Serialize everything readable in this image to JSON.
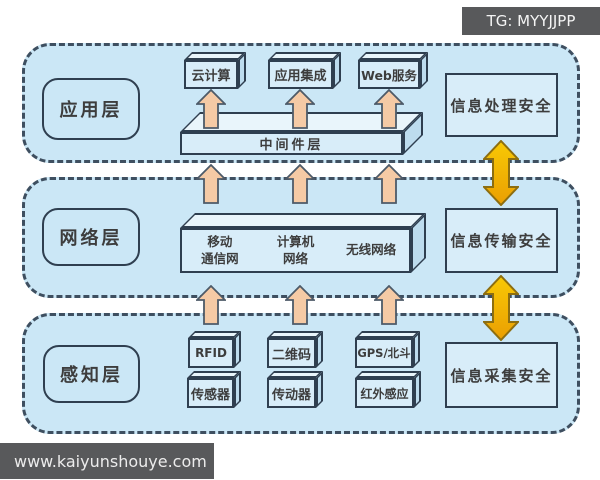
{
  "watermarks": {
    "top_right": "TG: MYYJJPP",
    "bottom_left": "www.kaiyunshouye.com"
  },
  "colors": {
    "panel_fill": "#cbe7f6",
    "panel_border": "#3e4f60",
    "box_fill": "#d8edf9",
    "box_border": "#2f3f50",
    "peach_arrow_fill": "#f5caa5",
    "peach_arrow_border": "#4d5a68",
    "yellow_arrow_fill": "#f2b705",
    "yellow_arrow_border": "#8d6e10",
    "badge_bg": "#58595b"
  },
  "layers": {
    "application": {
      "label": "应用层",
      "boxes": [
        "云计算",
        "应用集成",
        "Web服务"
      ],
      "middleware": "中间件层",
      "security": "信息处理安全"
    },
    "network": {
      "label": "网络层",
      "slab_items": [
        "移动\n通信网",
        "计算机\n网络",
        "无线网络"
      ],
      "security": "信息传输安全"
    },
    "perception": {
      "label": "感知层",
      "row1": [
        "RFID",
        "二维码",
        "GPS/北斗"
      ],
      "row2": [
        "传感器",
        "传动器",
        "红外感应"
      ],
      "security": "信息采集安全"
    }
  }
}
